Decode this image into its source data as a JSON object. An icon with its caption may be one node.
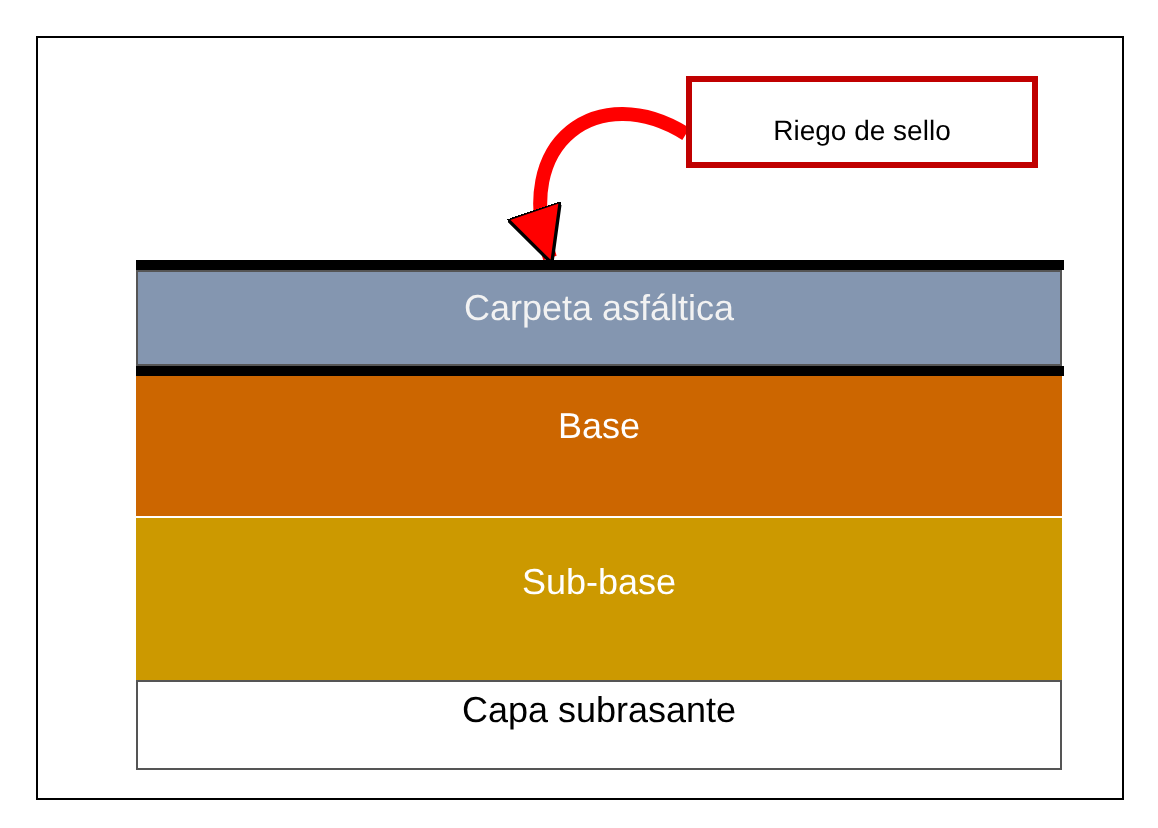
{
  "diagram": {
    "nodes": [
      {
        "text": [
          "Riego de sello"
        ]
      },
      {
        "text": [],
        "shape": "bar"
      },
      {
        "text": [
          "Carpeta asfáltica"
        ]
      },
      {
        "text": [],
        "shape": "bar"
      },
      {
        "text": [
          "Base"
        ]
      },
      {
        "text": [
          "Sub-base"
        ]
      },
      {
        "text": [
          "Capa subrasante"
        ]
      }
    ],
    "edges": [
      {
        "from": 0,
        "to": 1,
        "arrow": "to"
      }
    ]
  }
}
